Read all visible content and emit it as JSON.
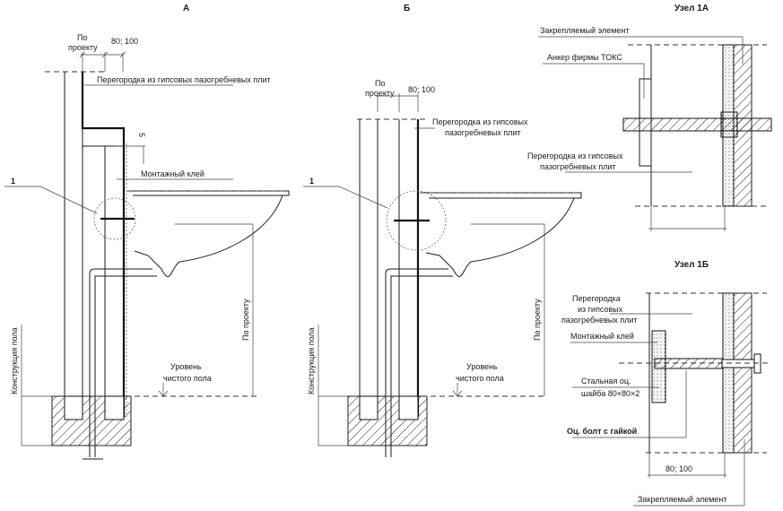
{
  "view_a": {
    "title": "А",
    "dim_by_project_1": "По",
    "dim_by_project_2": "проекту",
    "dim_thickness": "80; 100",
    "partition_label": "Перегородка из гипсовых пазогребневых плит",
    "dim_5": "5",
    "adhesive_label": "Монтажный клей",
    "node_marker": "1",
    "height_label": "По проекту",
    "floor_level_1": "Уровень",
    "floor_level_2": "чистого пола",
    "floor_construction": "Конструкция пола"
  },
  "view_b": {
    "title": "Б",
    "dim_by_project_1": "По",
    "dim_by_project_2": "проекту",
    "dim_thickness": "80; 100",
    "partition_label_1": "Перегородка из гипсовых",
    "partition_label_2": "пазогребневых плит",
    "node_marker": "1",
    "height_label": "По проекту",
    "floor_level_1": "Уровень",
    "floor_level_2": "чистого пола",
    "floor_construction": "Конструкция пола"
  },
  "node_1a": {
    "title": "Узел 1А",
    "fixed_element": "Закрепляемый элемент",
    "anchor_label": "Анкер фирмы ТОКС",
    "partition_label_1": "Перегородка из гипсовых",
    "partition_label_2": "пазогребневых плит"
  },
  "node_1b": {
    "title": "Узел 1Б",
    "partition_label_1": "Перегородка",
    "partition_label_2": "из гипсовых",
    "partition_label_3": "пазогребневых плит",
    "adhesive_label": "Монтажный клей",
    "washer_label_1": "Стальная оц.",
    "washer_label_2": "шайба 80×80×2",
    "bolt_label": "Оц. болт с гайкой",
    "dim_thickness": "80; 100",
    "fixed_element": "Закрепляемый элемент"
  }
}
